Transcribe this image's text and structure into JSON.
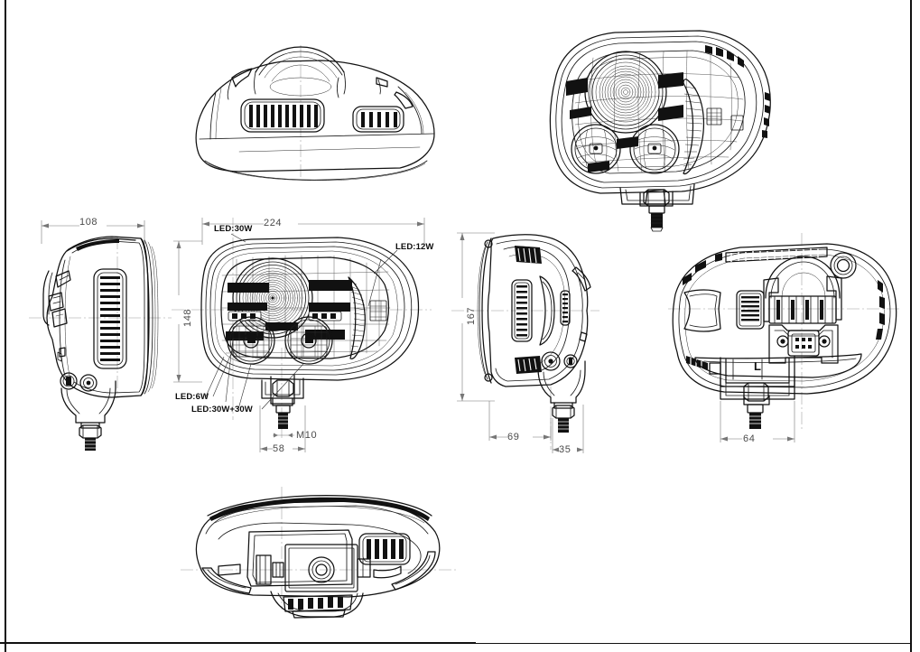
{
  "document": {
    "type": "engineering-drawing",
    "subject": "LED headlamp / work light",
    "sheet_border": true
  },
  "views": [
    {
      "id": "top",
      "name": "top-view",
      "caption": ""
    },
    {
      "id": "iso",
      "name": "isometric-perspective-view",
      "caption": ""
    },
    {
      "id": "left-side",
      "name": "left-side-view",
      "caption": ""
    },
    {
      "id": "front",
      "name": "front-view",
      "caption": ""
    },
    {
      "id": "right-side",
      "name": "right-side-view",
      "caption": ""
    },
    {
      "id": "rear",
      "name": "rear-view",
      "caption": ""
    },
    {
      "id": "bottom",
      "name": "bottom-view",
      "caption": ""
    }
  ],
  "dimensions": {
    "left_side_width": "108",
    "front_width": "224",
    "front_height": "148",
    "bracket_width": "58",
    "thread": "M10",
    "right_side_height": "167",
    "right_side_depth": "69",
    "right_side_offset": "35",
    "rear_bracket_width": "64"
  },
  "annotations": {
    "led_main": "LED:30W",
    "led_side": "LED:12W",
    "led_strip": "LED:6W",
    "led_pair": "LED:30W+30W",
    "side_marking": "L"
  },
  "colors": {
    "line": "#111111",
    "dimension_line": "#777777",
    "centerline": "#9a9a9a",
    "background": "#ffffff"
  }
}
